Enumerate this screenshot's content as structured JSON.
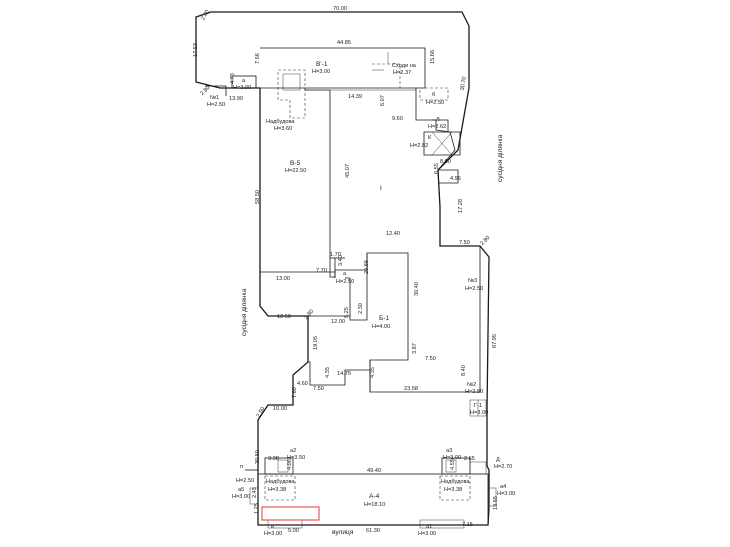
{
  "colors": {
    "line": "#1a1a1a",
    "highlight": "#e53935",
    "background": "#ffffff"
  },
  "labels": {
    "d_top_70": "70.00",
    "d_2_80a": "2.80",
    "d_17_53": "17.53",
    "d_44_85": "44.85",
    "d_7_56": "7.56",
    "d_4_73": "4.73",
    "d_15_66": "15.66",
    "d_30_70": "30.70",
    "d_2_80b": "2.80",
    "d_13_90": "13.90",
    "d_14_39": "14.39",
    "d_6_07": "6.07",
    "d_9_60": "9.60",
    "d_8_00": "8.00",
    "d_6_55": "6.55",
    "d_4_95": "4.95",
    "d_17_28": "17.28",
    "d_58_50": "58.50",
    "d_45_07": "45.07",
    "d_12_40": "12.40",
    "d_7_50a": "7.50",
    "d_2_80c": "2.80",
    "d_1_70": "1.70",
    "d_3_40": "3.40",
    "d_13_00": "13.00",
    "d_7_70": "7.70",
    "d_20_66": "20.66",
    "d_30_40": "30.40",
    "d_12_50": "12.50",
    "d_2_80d": "2.80",
    "d_12_00": "12.00",
    "d_2_30": "2.30",
    "d_5_25": "5.25",
    "d_67_95": "67.95",
    "d_19_05": "19.05",
    "d_3_87": "3.87",
    "d_7_50b": "7.50",
    "d_8_40": "8.40",
    "d_14_75": "14.75",
    "d_4_35a": "4.35",
    "d_4_35b": "4.35",
    "d_4_60": "4.60",
    "d_7_50c": "7.50",
    "d_23_58": "23.58",
    "d_7_60": "7.60",
    "d_10_00": "10.00",
    "d_2_50": "2.50",
    "d_30_50": "30.50",
    "d_3_38a": "3.38",
    "d_4_00a": "4.00",
    "d_49_40": "49.40",
    "d_4_55": "4.55",
    "d_2_65": "2.65",
    "d_2_45": "2.45",
    "d_13_65": "13.65",
    "d_1_25": "1.25",
    "d_5_00": "5.00",
    "d_61_30": "61.30",
    "d_7_15": "7.15",
    "b_nom1": "№1",
    "b_nom1_h": "H=2.50",
    "b_a_top": "a",
    "b_a_top_h": "H=3.00",
    "b_v1": "В'-1",
    "b_v1_h": "H=3.00",
    "b_skhod": "Сходи на",
    "b_skhod_h": "H=2.37",
    "b_b_small": "б",
    "b_b_small_h": "H=2.50",
    "b_nadb1": "Надбудова",
    "b_nadb1_h": "H=3.60",
    "b_L": "Л",
    "b_L_h": "H=2.62",
    "b_K": "К",
    "b_K_h": "H=2.82",
    "b_V5": "В-5",
    "b_V5_h": "H=22.50",
    "b_I": "І",
    "b_a_mid": "а",
    "b_a_mid_h": "H=2.50",
    "b_B1": "Б-1",
    "b_B1_h": "H=4.00",
    "b_nom3": "№3",
    "b_nom3_h": "H=2.50",
    "b_nom2": "№2",
    "b_nom2_h": "H=2.50",
    "b_G1": "Г-1",
    "b_G1_h": "H=3.00",
    "b_a2": "а2",
    "b_a2_h": "H=3.50",
    "b_a3": "а3",
    "b_a3_h": "H=3.00",
    "b_D": "Д",
    "b_D_h": "H=2.70",
    "b_n": "п",
    "b_n_h": "H=2.50",
    "b_a5": "а5",
    "b_a5_h": "H=3.00",
    "b_nadb2": "Надбудова",
    "b_nadb2_h": "H=3.38",
    "b_A4": "А-4",
    "b_A4_h": "H=18.10",
    "b_nadb3": "Надбудова",
    "b_nadb3_h": "H=3.38",
    "b_a4": "а4",
    "b_a4_h": "H=3.00",
    "b_v_bottom": "в",
    "b_v_bottom_h": "H=3.00",
    "b_a1": "а1",
    "b_a1_h": "H=3.00",
    "side_right": "сусідня ділянка",
    "side_left": "сусідня ділянка",
    "street": "вулиця"
  }
}
